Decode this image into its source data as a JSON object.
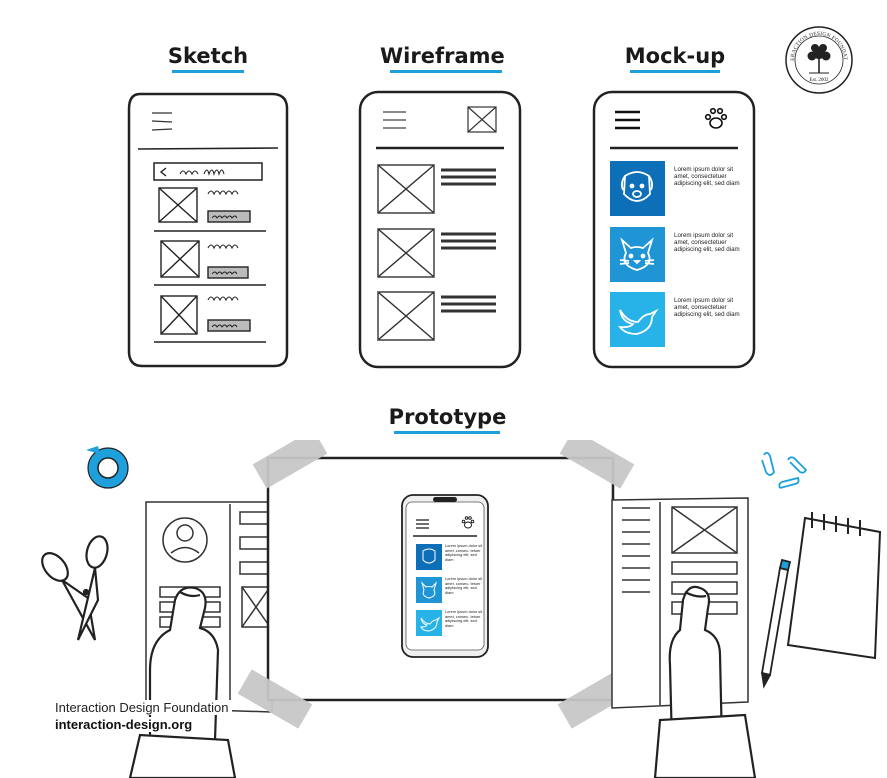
{
  "stages": {
    "sketch": "Sketch",
    "wireframe": "Wireframe",
    "mockup": "Mock-up",
    "prototype": "Prototype"
  },
  "mockup_cards": [
    {
      "icon": "dog-icon",
      "text": "Lorem ipsum dolor sit amet, consectetuer adipiscing elit, sed diam",
      "color": "#0d6fb8"
    },
    {
      "icon": "cat-icon",
      "text": "Lorem ipsum dolor sit amet, consectetuer adipiscing elit, sed diam",
      "color": "#1f95d6"
    },
    {
      "icon": "bird-icon",
      "text": "Lorem ipsum dolor sit amet, consectetuer adipiscing elit, sed diam",
      "color": "#27b3e8"
    }
  ],
  "prototype_cards": [
    {
      "icon": "dog-icon",
      "text": "Lorem ipsum dolor sit amet, consec- tetuer adipiscing elit, sed diam"
    },
    {
      "icon": "cat-icon",
      "text": "Lorem ipsum dolor sit amet, consec- tetuer adipiscing elit, sed diam"
    },
    {
      "icon": "bird-icon",
      "text": "Lorem ipsum dolor sit amet, consec- tetuer adipiscing elit, sed diam"
    }
  ],
  "seal": {
    "top_text": "INTERACTION DESIGN FOUNDATION",
    "est": "Est. 2002"
  },
  "footer": {
    "org": "Interaction Design Foundation",
    "url": "interaction-design.org"
  },
  "colors": {
    "accent": "#1ea0dc",
    "dark_blue": "#0d6fb8",
    "mid_blue": "#1f95d6",
    "light_blue": "#27b3e8"
  }
}
